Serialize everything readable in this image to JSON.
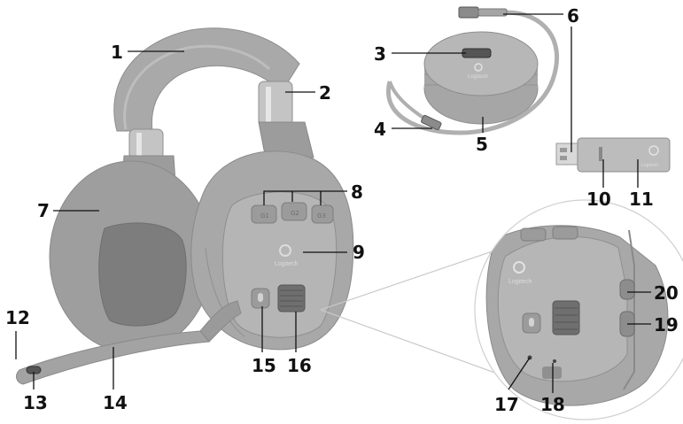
{
  "figure": {
    "callouts": [
      "1",
      "2",
      "3",
      "4",
      "5",
      "6",
      "7",
      "8",
      "9",
      "10",
      "11",
      "12",
      "13",
      "14",
      "15",
      "16",
      "17",
      "18",
      "19",
      "20"
    ],
    "brand_text": "Logitech",
    "button_labels": [
      "G1",
      "G2",
      "G3"
    ],
    "colors": {
      "body": "#a3a3a3",
      "body_light": "#b8b8b8",
      "body_dark": "#8a8a8a",
      "lines": "#111111",
      "background": "#ffffff"
    }
  }
}
